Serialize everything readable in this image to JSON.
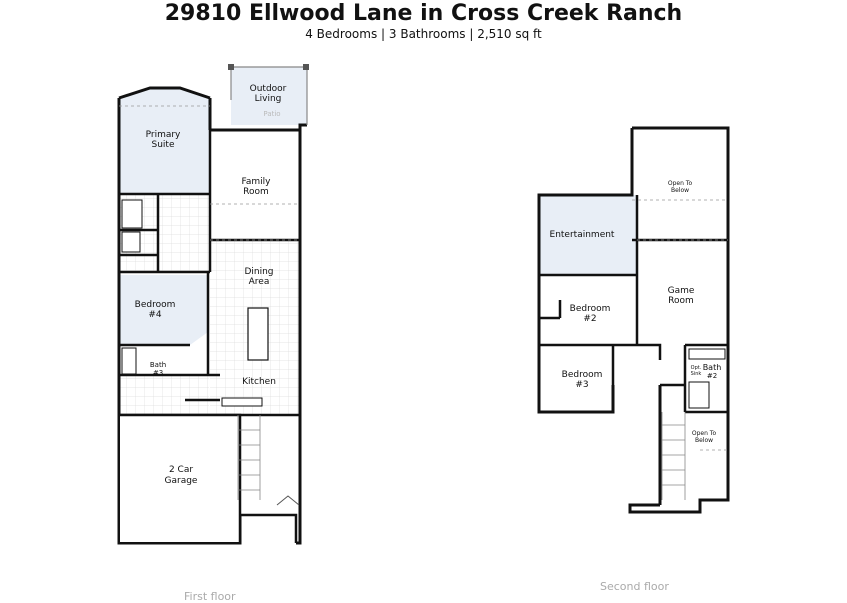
{
  "header": {
    "title": "29810 Ellwood Lane in Cross Creek Ranch",
    "subtitle": "4 Bedrooms | 3 Bathrooms | 2,510 sq ft"
  },
  "colors": {
    "room_highlight": "#e8eef6",
    "wall": "#111111",
    "tile_grid": "#dddddd"
  },
  "first_floor": {
    "caption": "First floor",
    "rooms": {
      "outdoor_living_1": "Outdoor",
      "outdoor_living_2": "Living",
      "patio": "Patio",
      "primary_suite_1": "Primary",
      "primary_suite_2": "Suite",
      "family_room_1": "Family",
      "family_room_2": "Room",
      "dining_area_1": "Dining",
      "dining_area_2": "Area",
      "bedroom4_1": "Bedroom",
      "bedroom4_2": "#4",
      "bath3_1": "Bath",
      "bath3_2": "#3",
      "kitchen": "Kitchen",
      "garage_1": "2 Car",
      "garage_2": "Garage"
    }
  },
  "second_floor": {
    "caption": "Second floor",
    "rooms": {
      "open_below_top_1": "Open To",
      "open_below_top_2": "Below",
      "entertainment": "Entertainment",
      "game_room_1": "Game",
      "game_room_2": "Room",
      "bedroom2_1": "Bedroom",
      "bedroom2_2": "#2",
      "bedroom3_1": "Bedroom",
      "bedroom3_2": "#3",
      "opt_sink_1": "Opt.",
      "opt_sink_2": "Sink",
      "bath2_1": "Bath",
      "bath2_2": "#2",
      "open_below_bottom_1": "Open To",
      "open_below_bottom_2": "Below"
    }
  }
}
